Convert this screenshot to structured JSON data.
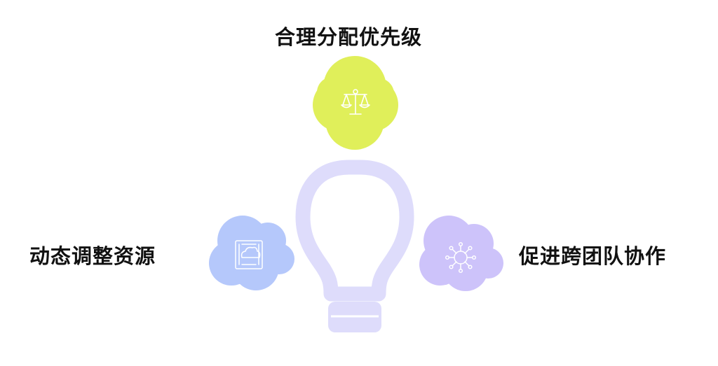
{
  "diagram": {
    "items": [
      {
        "label": "合理分配优先级",
        "icon": "balance-scale-icon",
        "color": "#e0ef5a"
      },
      {
        "label": "动态调整资源",
        "icon": "cloud-server-icon",
        "color": "#b5c8fb"
      },
      {
        "label": "促进跨团队协作",
        "icon": "network-hub-icon",
        "color": "#cdc3fa"
      }
    ],
    "bulb": {
      "icon": "lightbulb-icon",
      "color": "#dedcfb"
    }
  }
}
